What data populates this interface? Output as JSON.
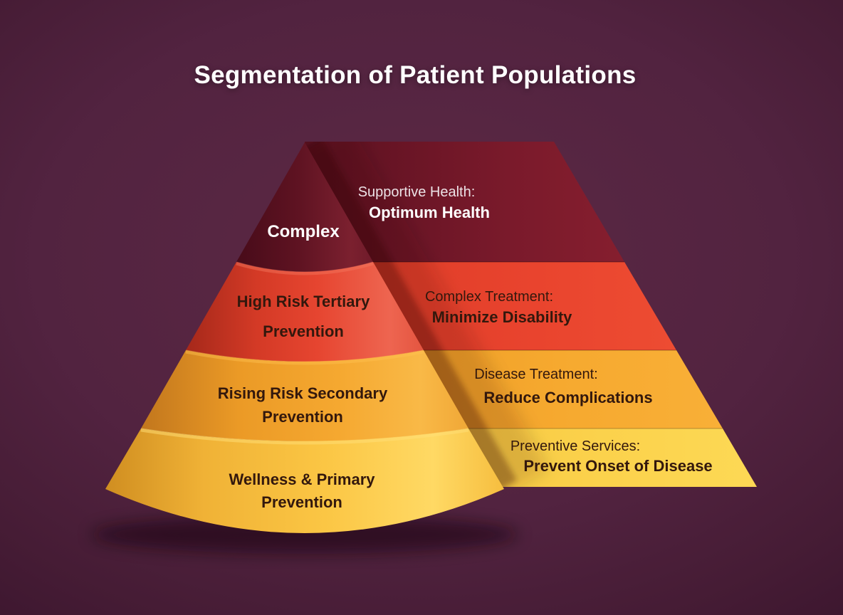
{
  "title": "Segmentation of Patient Populations",
  "colors": {
    "background": "#4a1c34",
    "tier1": "#7e1b2c",
    "tier2": "#e8432e",
    "tier3": "#f5a72e",
    "tier4": "#fbd24c",
    "tier1_text": "#ffffff",
    "dark_text": "#33180d"
  },
  "tiers": [
    {
      "level": 1,
      "cone_lines": [
        "Complex"
      ],
      "panel_lines": [
        "Supportive Health:",
        "Optimum Health"
      ],
      "color": "#7e1b2c"
    },
    {
      "level": 2,
      "cone_lines": [
        "High Risk Tertiary",
        "Prevention"
      ],
      "panel_lines": [
        "Complex Treatment:",
        "Minimize Disability"
      ],
      "color": "#e8432e"
    },
    {
      "level": 3,
      "cone_lines": [
        "Rising Risk Secondary",
        "Prevention"
      ],
      "panel_lines": [
        "Disease Treatment:",
        "Reduce Complications"
      ],
      "color": "#f5a72e"
    },
    {
      "level": 4,
      "cone_lines": [
        "Wellness & Primary",
        "Prevention"
      ],
      "panel_lines": [
        "Preventive Services:",
        "Prevent Onset of Disease"
      ],
      "color": "#fbd24c"
    }
  ]
}
